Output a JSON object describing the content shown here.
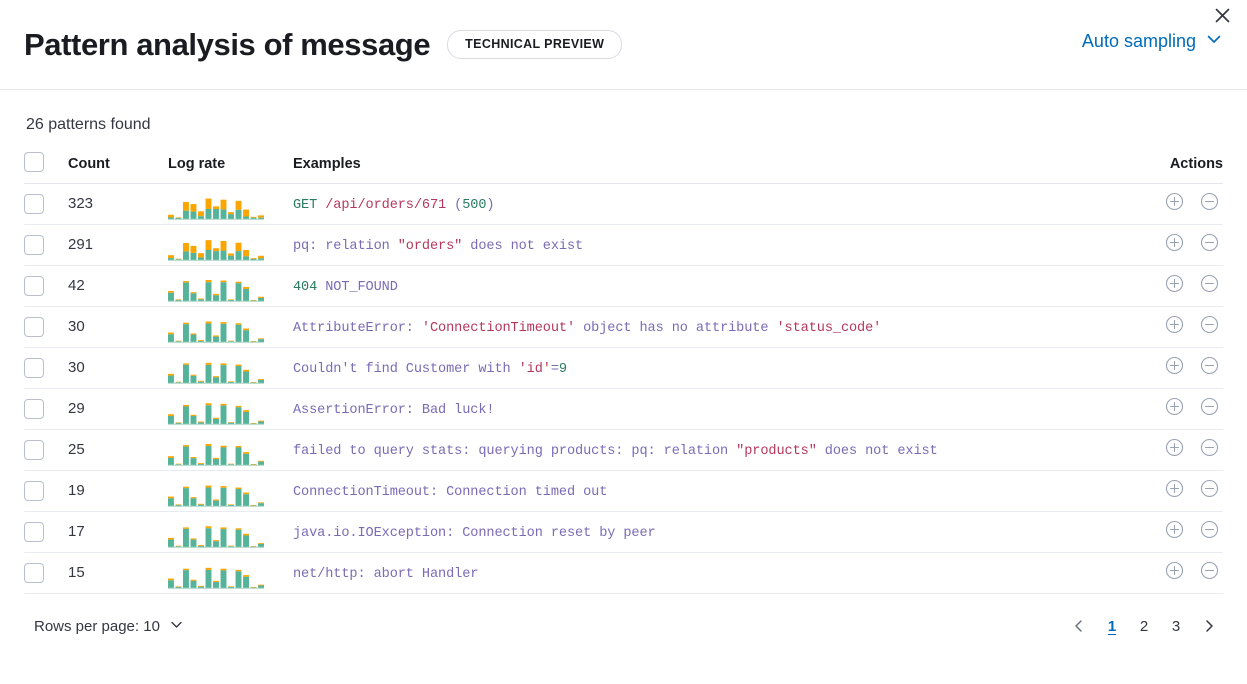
{
  "header": {
    "title": "Pattern analysis of message",
    "badge": "TECHNICAL PREVIEW",
    "sampling_label": "Auto sampling",
    "close_icon": "close-icon",
    "chevron_icon": "chevron-down-icon",
    "accent_color": "#006bb8"
  },
  "summary": {
    "patterns_found": "26 patterns found"
  },
  "table": {
    "columns": {
      "select": "",
      "count": "Count",
      "log_rate": "Log rate",
      "examples": "Examples",
      "actions": "Actions"
    },
    "rows": [
      {
        "count": "323",
        "example_plain": "GET /api/orders/671 (500)",
        "tokens": [
          {
            "t": "GET ",
            "c": "green"
          },
          {
            "t": "/api/orders/671",
            "c": "red"
          },
          {
            "t": " (",
            "c": "purple"
          },
          {
            "t": "500",
            "c": "green"
          },
          {
            "t": ")",
            "c": "purple"
          }
        ],
        "spark": [
          18,
          9,
          62,
          55,
          30,
          74,
          47,
          70,
          27,
          66,
          36,
          11,
          16
        ],
        "spark_orange": [
          9,
          2,
          30,
          26,
          17,
          36,
          9,
          34,
          7,
          31,
          24,
          3,
          8
        ]
      },
      {
        "count": "291",
        "example_plain": "pq: relation \"orders\" does not exist",
        "tokens": [
          {
            "t": "pq: relation ",
            "c": "purple"
          },
          {
            "t": "\"orders\"",
            "c": "red"
          },
          {
            "t": " does not exist",
            "c": "purple"
          }
        ],
        "spark": [
          20,
          8,
          62,
          52,
          27,
          72,
          44,
          69,
          26,
          63,
          38,
          10,
          18
        ],
        "spark_orange": [
          10,
          2,
          29,
          24,
          15,
          34,
          10,
          33,
          8,
          29,
          22,
          3,
          9
        ]
      },
      {
        "count": "42",
        "example_plain": "404 NOT_FOUND",
        "tokens": [
          {
            "t": "404",
            "c": "green"
          },
          {
            "t": " NOT_FOUND",
            "c": "purple"
          }
        ],
        "spark": [
          38,
          9,
          72,
          34,
          12,
          76,
          28,
          74,
          9,
          70,
          52,
          7,
          18
        ],
        "spark_orange": [
          6,
          2,
          5,
          4,
          3,
          8,
          5,
          6,
          2,
          5,
          7,
          2,
          4
        ]
      },
      {
        "count": "30",
        "example_plain": "AttributeError: 'ConnectionTimeout' object has no attribute 'status_code'",
        "tokens": [
          {
            "t": "AttributeError: ",
            "c": "purple"
          },
          {
            "t": "'ConnectionTimeout'",
            "c": "red"
          },
          {
            "t": " object has no attribute ",
            "c": "purple"
          },
          {
            "t": "'status_code'",
            "c": "red"
          }
        ],
        "spark": [
          36,
          8,
          70,
          33,
          10,
          74,
          26,
          72,
          8,
          68,
          50,
          6,
          16
        ],
        "spark_orange": [
          6,
          2,
          5,
          4,
          3,
          7,
          4,
          6,
          2,
          5,
          6,
          2,
          3
        ]
      },
      {
        "count": "30",
        "example_plain": "Couldn't find Customer with 'id'=9",
        "tokens": [
          {
            "t": "Couldn't find Customer with ",
            "c": "purple"
          },
          {
            "t": "'id'",
            "c": "red"
          },
          {
            "t": "=",
            "c": "purple"
          },
          {
            "t": "9",
            "c": "green"
          }
        ],
        "spark": [
          35,
          8,
          71,
          32,
          11,
          73,
          27,
          71,
          9,
          67,
          49,
          6,
          17
        ],
        "spark_orange": [
          6,
          2,
          5,
          4,
          3,
          7,
          4,
          6,
          2,
          5,
          6,
          2,
          3
        ]
      },
      {
        "count": "29",
        "example_plain": "AssertionError: Bad luck!",
        "tokens": [
          {
            "t": "AssertionError: Bad luck!",
            "c": "purple"
          }
        ],
        "spark": [
          37,
          9,
          69,
          35,
          12,
          75,
          25,
          73,
          10,
          66,
          51,
          7,
          15
        ],
        "spark_orange": [
          6,
          2,
          5,
          4,
          3,
          7,
          4,
          6,
          2,
          5,
          6,
          2,
          3
        ]
      },
      {
        "count": "25",
        "example_plain": "failed to query stats: querying products: pq: relation \"products\" does not exist",
        "tokens": [
          {
            "t": "failed to query stats: querying products: pq: relation ",
            "c": "purple"
          },
          {
            "t": "\"products\"",
            "c": "red"
          },
          {
            "t": " does not exist",
            "c": "purple"
          }
        ],
        "spark": [
          34,
          8,
          72,
          31,
          10,
          76,
          28,
          70,
          8,
          69,
          48,
          6,
          18
        ],
        "spark_orange": [
          6,
          2,
          5,
          4,
          3,
          7,
          4,
          6,
          2,
          5,
          6,
          2,
          3
        ]
      },
      {
        "count": "19",
        "example_plain": "ConnectionTimeout: Connection timed out",
        "tokens": [
          {
            "t": "ConnectionTimeout: Connection timed out",
            "c": "purple"
          }
        ],
        "spark": [
          36,
          9,
          70,
          34,
          11,
          74,
          26,
          72,
          9,
          67,
          50,
          7,
          16
        ],
        "spark_orange": [
          6,
          2,
          5,
          4,
          3,
          7,
          4,
          6,
          2,
          5,
          6,
          2,
          3
        ]
      },
      {
        "count": "17",
        "example_plain": "java.io.IOException: Connection reset by peer",
        "tokens": [
          {
            "t": "java.io.IOException: Connection reset by peer",
            "c": "purple"
          }
        ],
        "spark": [
          35,
          8,
          71,
          33,
          10,
          75,
          27,
          71,
          8,
          68,
          49,
          6,
          17
        ],
        "spark_orange": [
          6,
          2,
          5,
          4,
          3,
          7,
          4,
          6,
          2,
          5,
          6,
          2,
          3
        ]
      },
      {
        "count": "15",
        "example_plain": "net/http: abort Handler",
        "tokens": [
          {
            "t": "net/http: abort Handler",
            "c": "purple"
          }
        ],
        "spark": [
          36,
          9,
          70,
          32,
          11,
          73,
          28,
          70,
          9,
          66,
          48,
          7,
          15
        ],
        "spark_orange": [
          6,
          2,
          5,
          4,
          3,
          7,
          4,
          6,
          2,
          5,
          6,
          2,
          3
        ]
      }
    ],
    "row_action_add_icon": "plus-circle-icon",
    "row_action_remove_icon": "minus-circle-icon",
    "spark_color_base": "#54b399",
    "spark_color_top": "#fca500"
  },
  "footer": {
    "rows_per_page_label": "Rows per page: 10",
    "prev_icon": "chevron-left-icon",
    "next_icon": "chevron-right-icon",
    "pages": [
      "1",
      "2",
      "3"
    ],
    "active_page": "1"
  }
}
